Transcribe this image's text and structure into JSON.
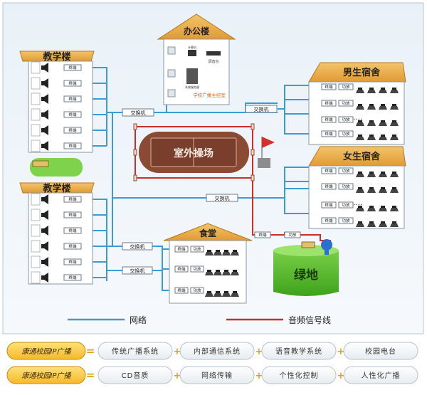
{
  "buildings": {
    "teaching_top": "教学楼",
    "teaching_bottom": "教学楼",
    "office": "办公楼",
    "dorm_male": "男生宿舍",
    "dorm_female": "女生宿舍",
    "canteen": "食堂",
    "playground": "室外操场",
    "green": "绿地"
  },
  "office_labels": {
    "pc": "计算机",
    "console": "调音台",
    "server": "系统服务器",
    "room": "学校广播主控室"
  },
  "device_labels": {
    "terminal": "终端",
    "amp": "功放",
    "switch": "交换机",
    "dots": "······"
  },
  "legend": {
    "network": "网络",
    "audio": "音频信号线"
  },
  "features": {
    "brand": "康通校园IP广播",
    "row1": [
      "传统广播系统",
      "内部通信系统",
      "语音教学系统",
      "校园电台"
    ],
    "row2": [
      "CD音质",
      "网络传输",
      "个性化控制",
      "人性化广播"
    ]
  },
  "colors": {
    "network": "#3a9bd6",
    "audio": "#c8312b",
    "roof": "#e9a94a",
    "panel": "#eaf2f8"
  }
}
